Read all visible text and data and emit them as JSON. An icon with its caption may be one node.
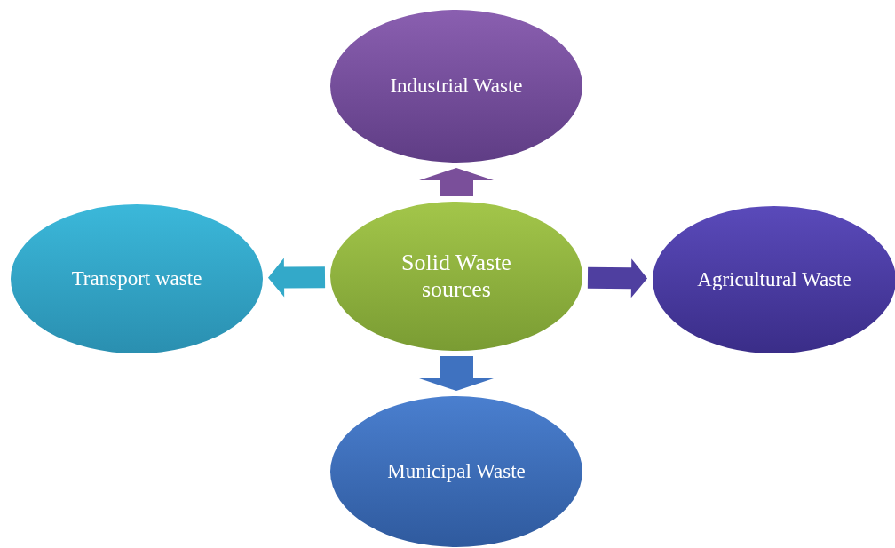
{
  "diagram": {
    "nodes": [
      {
        "text": [
          "Industrial Waste"
        ]
      },
      {
        "text": [
          "Transport waste"
        ]
      },
      {
        "text": [
          "Solid Waste sources"
        ]
      },
      {
        "text": [
          "Agricultural Waste"
        ]
      },
      {
        "text": [
          "Municipal Waste"
        ]
      }
    ],
    "edges": [
      {
        "from": 2,
        "to": 0,
        "arrow": "to",
        "color": "#7a4f9a"
      },
      {
        "from": 2,
        "to": 1,
        "arrow": "to",
        "color": "#33a9c9"
      },
      {
        "from": 2,
        "to": 3,
        "arrow": "to",
        "color": "#4f3fa0"
      },
      {
        "from": 2,
        "to": 4,
        "arrow": "to",
        "color": "#3f72c0"
      }
    ]
  }
}
